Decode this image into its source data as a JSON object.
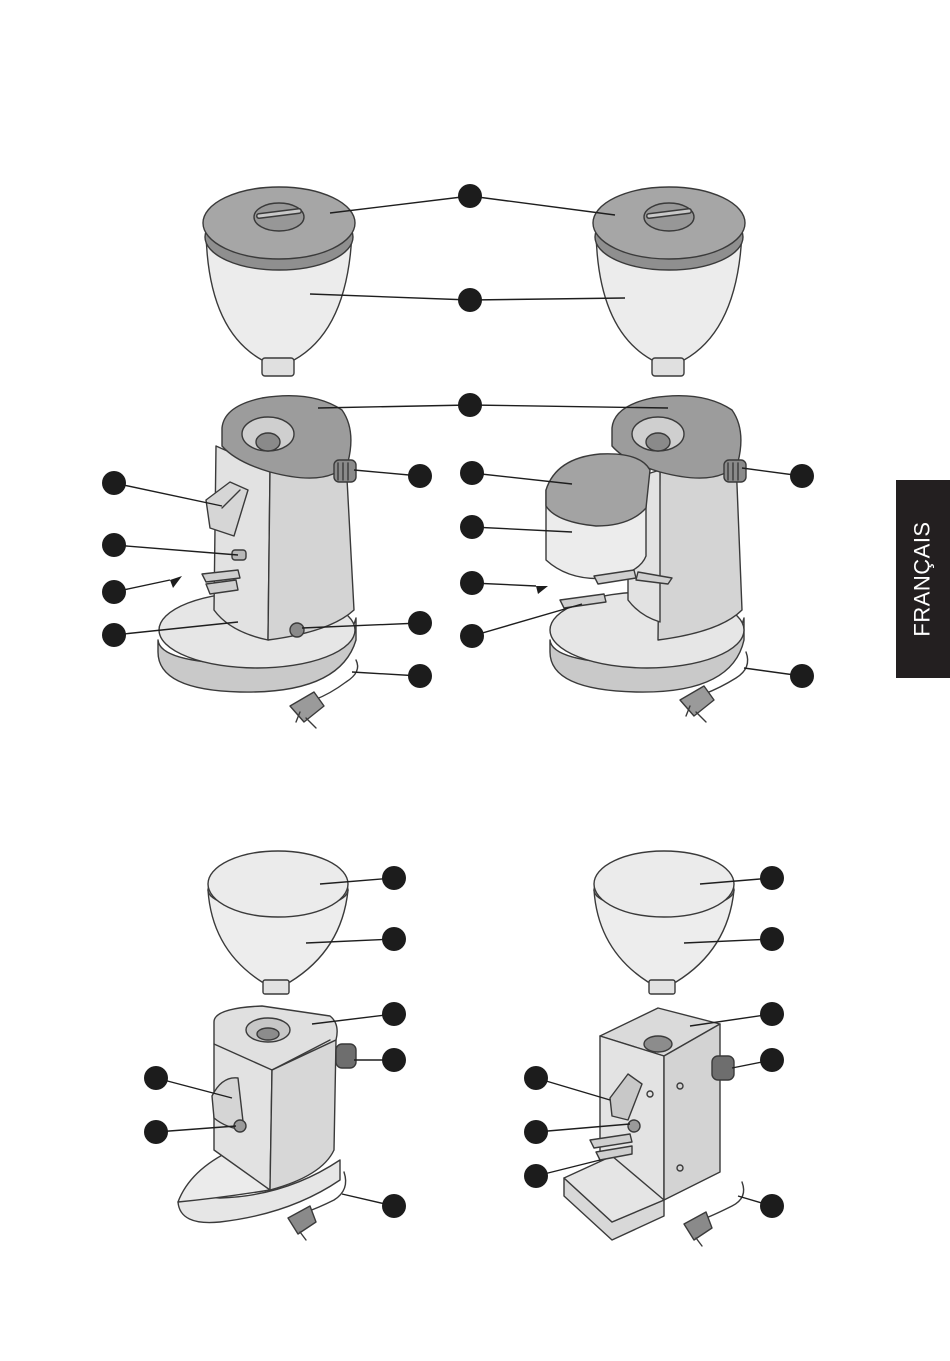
{
  "page": {
    "language_tab": "FRANÇAIS"
  },
  "colors": {
    "lid_gray": "#a6a6a6",
    "hopper_light": "#ececec",
    "body_light": "#e4e4e4",
    "body_mid": "#d2d2d2",
    "top_dark": "#9a9a9a",
    "callout": "#1c1c1c",
    "tab_background": "#231f20",
    "tab_text": "#ffffff"
  },
  "figures": [
    {
      "name": "grinder-with-doser-side-view",
      "callouts": 10
    },
    {
      "name": "grinder-on-demand-front-view",
      "callouts": 10
    },
    {
      "name": "compact-grinder-view",
      "callouts": 7
    },
    {
      "name": "grinder-frame-view",
      "callouts": 8
    }
  ]
}
